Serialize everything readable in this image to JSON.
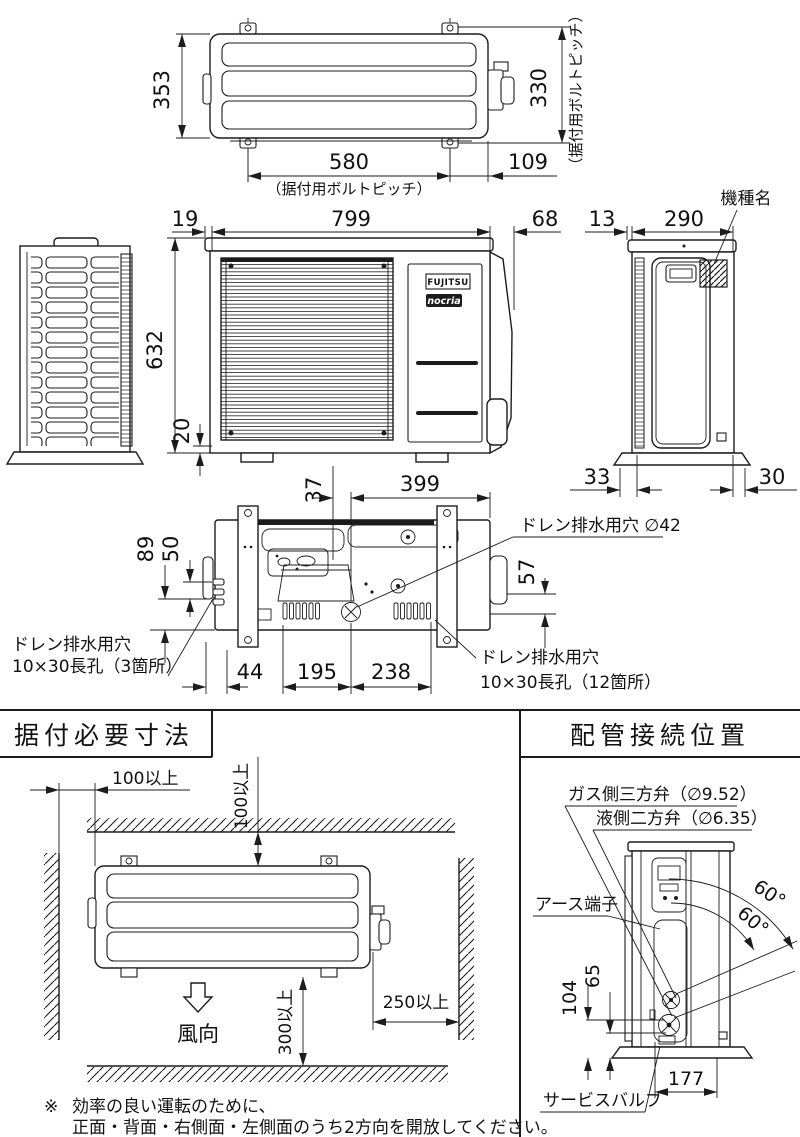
{
  "drawing": {
    "top_view": {
      "dim_depth": "353",
      "dim_bolt_depth": "330",
      "note_bolt_pitch_vertical": "（据付用ボルトピッチ）",
      "dim_bolt_pitch": "580",
      "note_bolt_pitch_horizontal": "（据付用ボルトピッチ）",
      "dim_right_offset": "109"
    },
    "front_view": {
      "dim_left_offset": "19",
      "dim_width": "799",
      "dim_right_offset": "68",
      "dim_height": "632",
      "dim_bottom_clearance": "20",
      "logo_fujitsu": "FUJITSU",
      "logo_nocria": "nocria"
    },
    "side_view": {
      "dim_front_offset": "13",
      "dim_depth": "290",
      "label_model_name": "機種名",
      "dim_foot_left": "33",
      "dim_foot_right": "30"
    },
    "bottom_view": {
      "dim_37": "37",
      "dim_399": "399",
      "dim_89": "89",
      "dim_50": "50",
      "dim_57": "57",
      "dim_44": "44",
      "dim_195": "195",
      "dim_238": "238",
      "label_drain_center": "ドレン排水用穴 ∅42",
      "label_drain_left_1": "ドレン排水用穴",
      "label_drain_left_2": "10×30長孔（3箇所）",
      "label_drain_right_1": "ドレン排水用穴",
      "label_drain_right_2": "10×30長孔（12箇所）"
    },
    "installation": {
      "title": "据付必要寸法",
      "clearance_left": "100以上",
      "clearance_top": "100以上",
      "clearance_bottom": "300以上",
      "clearance_right": "250以上",
      "wind_direction": "風向",
      "note_mark": "※",
      "note_line1": "効率の良い運転のために、",
      "note_line2": "正面・背面・右側面・左側面のうち2方向を開放してください。"
    },
    "piping": {
      "title": "配管接続位置",
      "label_gas_valve": "ガス側三方弁（∅9.52）",
      "label_liquid_valve": "液側二方弁（∅6.35）",
      "label_earth_terminal": "アース端子",
      "label_service_valve": "サービスバルブ",
      "dim_104": "104",
      "dim_65": "65",
      "dim_177": "177",
      "angle_outer": "60°",
      "angle_inner": "60°"
    }
  }
}
